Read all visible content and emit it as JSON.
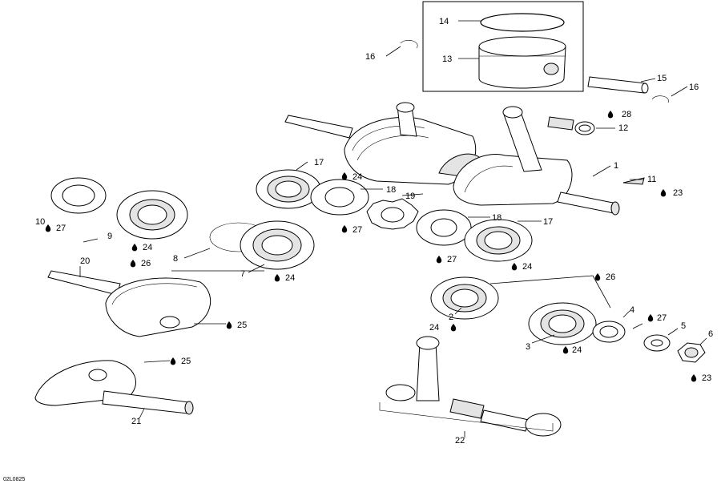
{
  "figure_ref": "02L0825",
  "callouts": {
    "c1": "1",
    "c2": "2",
    "c3": "3",
    "c4": "4",
    "c5": "5",
    "c6": "6",
    "c7": "7",
    "c8": "8",
    "c9": "9",
    "c10": "10",
    "c11": "11",
    "c12": "12",
    "c13": "13",
    "c14": "14",
    "c15": "15",
    "c16a": "16",
    "c16b": "16",
    "c17a": "17",
    "c17b": "17",
    "c18a": "18",
    "c18b": "18",
    "c19": "19",
    "c20": "20",
    "c21": "21",
    "c22": "22",
    "c23a": "23",
    "c23b": "23",
    "c24a": "24",
    "c24b": "24",
    "c24c": "24",
    "c24d": "24",
    "c24e": "24",
    "c24f": "24",
    "c25a": "25",
    "c25b": "25",
    "c26a": "26",
    "c26b": "26",
    "c27a": "27",
    "c27b": "27",
    "c27c": "27",
    "c27d": "27",
    "c28": "28"
  },
  "colors": {
    "line": "#000000",
    "shade": "#e4e4e4",
    "background": "#ffffff"
  },
  "icons": {
    "lubricant_marker": "oil-drop-icon"
  }
}
